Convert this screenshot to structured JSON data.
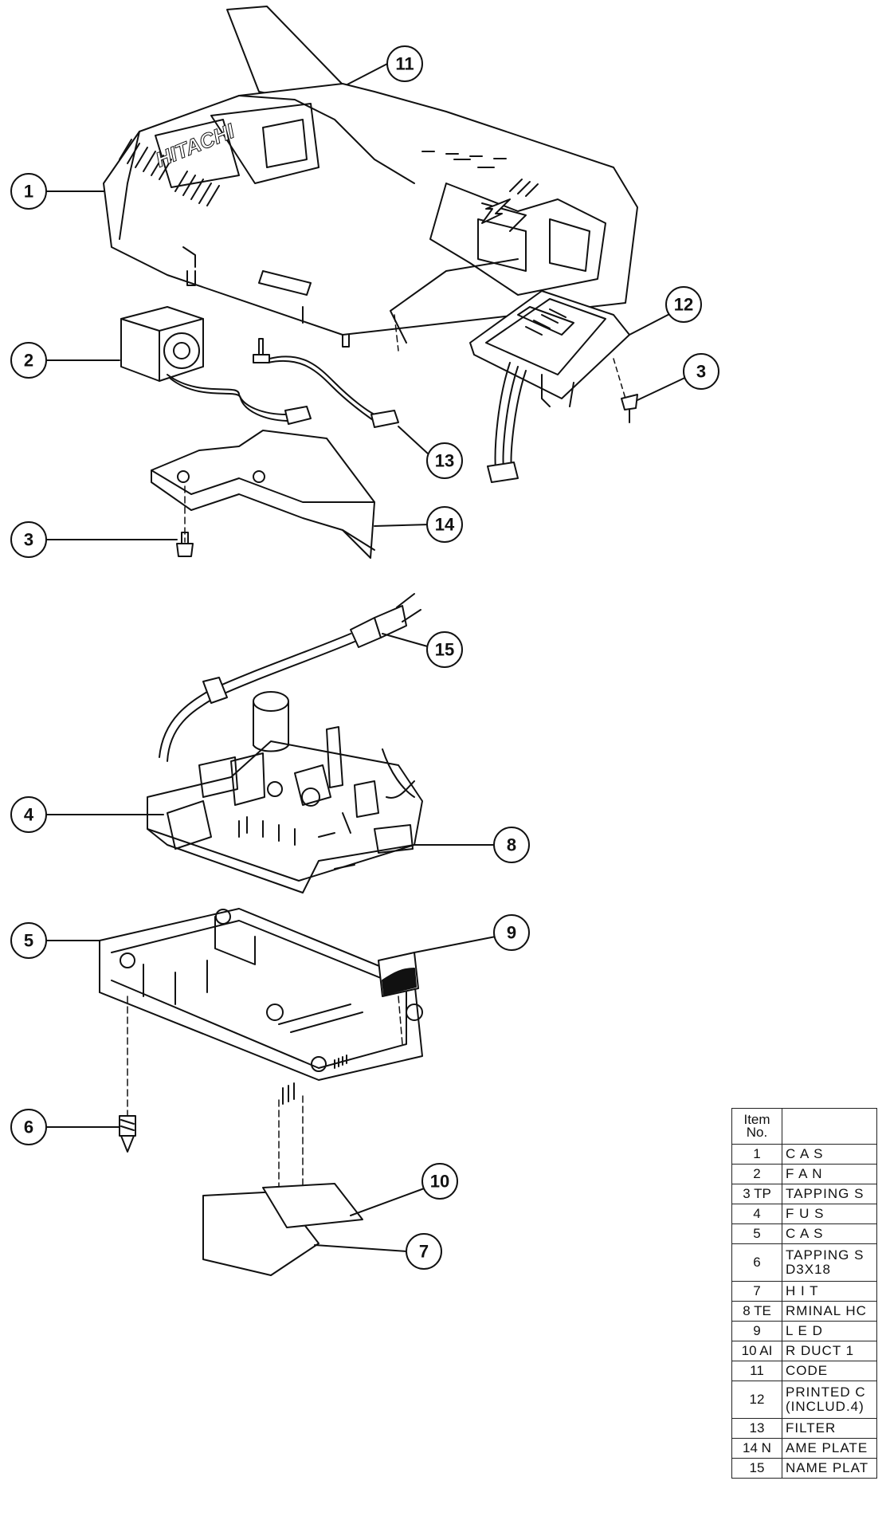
{
  "brand": "HITACHI",
  "callouts": [
    "1",
    "2",
    "3",
    "3",
    "4",
    "5",
    "6",
    "7",
    "8",
    "9",
    "10",
    "11",
    "12",
    "13",
    "14",
    "15"
  ],
  "parts_table": {
    "header": "Item\nNo.",
    "rows": [
      {
        "no": "1",
        "name": "C A S"
      },
      {
        "no": "2",
        "name": "F A N"
      },
      {
        "no": "3 TP",
        "name": "TAPPING S"
      },
      {
        "no": "4",
        "name": "F U S"
      },
      {
        "no": "5",
        "name": "C A S"
      },
      {
        "no": "6",
        "name": "TAPPING S\nD3X18"
      },
      {
        "no": "7",
        "name": "H I T"
      },
      {
        "no": "8 TE",
        "name": "RMINAL HC"
      },
      {
        "no": "9",
        "name": "L E D"
      },
      {
        "no": "10 AI",
        "name": "R DUCT 1"
      },
      {
        "no": "11",
        "name": "CODE"
      },
      {
        "no": "12",
        "name": "PRINTED C\n(INCLUD.4)"
      },
      {
        "no": "13",
        "name": "FILTER"
      },
      {
        "no": "14 N",
        "name": "AME PLATE"
      },
      {
        "no": "15",
        "name": "NAME PLAT"
      }
    ]
  }
}
